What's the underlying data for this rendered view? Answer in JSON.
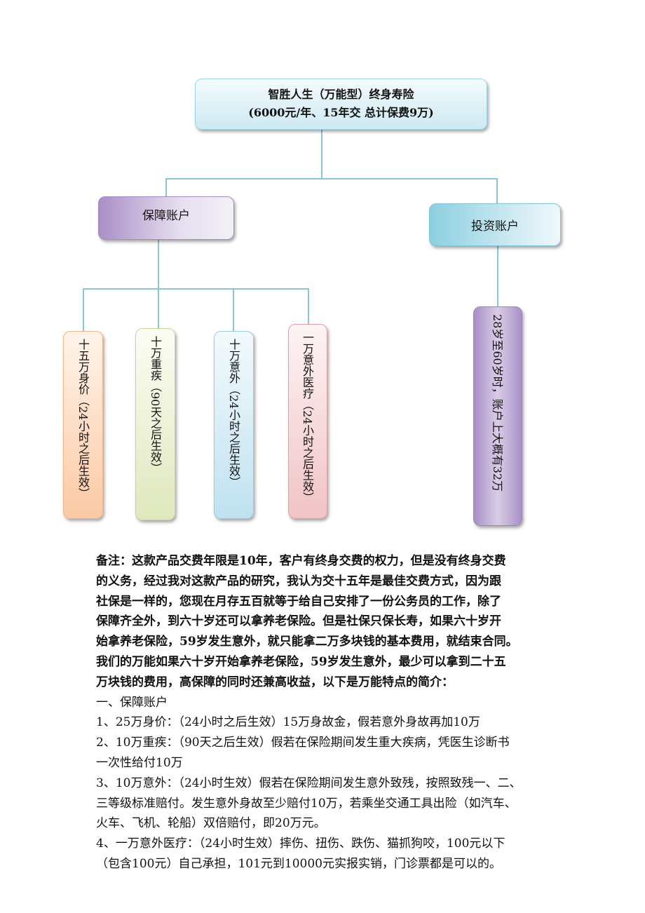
{
  "title": {
    "line1": "智胜人生（万能型）终身寿险",
    "line2": "(6000元/年、15年交 总计保费9万)"
  },
  "accounts": {
    "protection": "保障账户",
    "investment": "投资账户"
  },
  "benefits": [
    "十五万身价（24小时之后生效）",
    "十万重疾（90天之后生效）",
    "十万意外（24小时之后生效）",
    "一万意外医疗（24小时之后生效）"
  ],
  "investment_note": "28岁至60岁时，账户上大概有32万",
  "notes": {
    "bold_lines": [
      "备注：这款产品交费年限是10年，客户有终身交费的权力，但是没有终身交费",
      "的义务，经过我对这款产品的研究，我认为交十五年是最佳交费方式，因为跟",
      "社保是一样的，您现在月存五百就等于给自己安排了一份公务员的工作，除了",
      "保障齐全外，到六十岁还可以拿养老保险。但是社保只保长寿，如果六十岁开",
      "始拿养老保险，59岁发生意外，就只能拿二万多块钱的基本费用，就结束合同。",
      "我们的万能如果六十岁开始拿养老保险，59岁发生意外，最少可以拿到二十五",
      "万块钱的费用，高保障的同时还兼高收益，以下是万能特点的简介："
    ],
    "lines": [
      "一、保障账户",
      "1、25万身价：（24小时之后生效）15万身故金，假若意外身故再加10万",
      "2、10万重疾：（90天之后生效）假若在保险期间发生重大疾病，凭医生诊断书",
      "一次性给付10万",
      "3、10万意外：（24小时生效）假若在保险期间发生意外致残，按照致残一、二、",
      "三等级标准赔付。发生意外身故至少赔付10万，若乘坐交通工具出险（如汽车、",
      "火车、飞机、轮船）双倍赔付，即20万元。",
      "4、一万意外医疗：（24小时生效）摔伤、扭伤、跌伤、猫抓狗咬，100元以下",
      "（包含100元）自己承担，101元到10000元实报实销，门诊票都是可以的。"
    ]
  }
}
